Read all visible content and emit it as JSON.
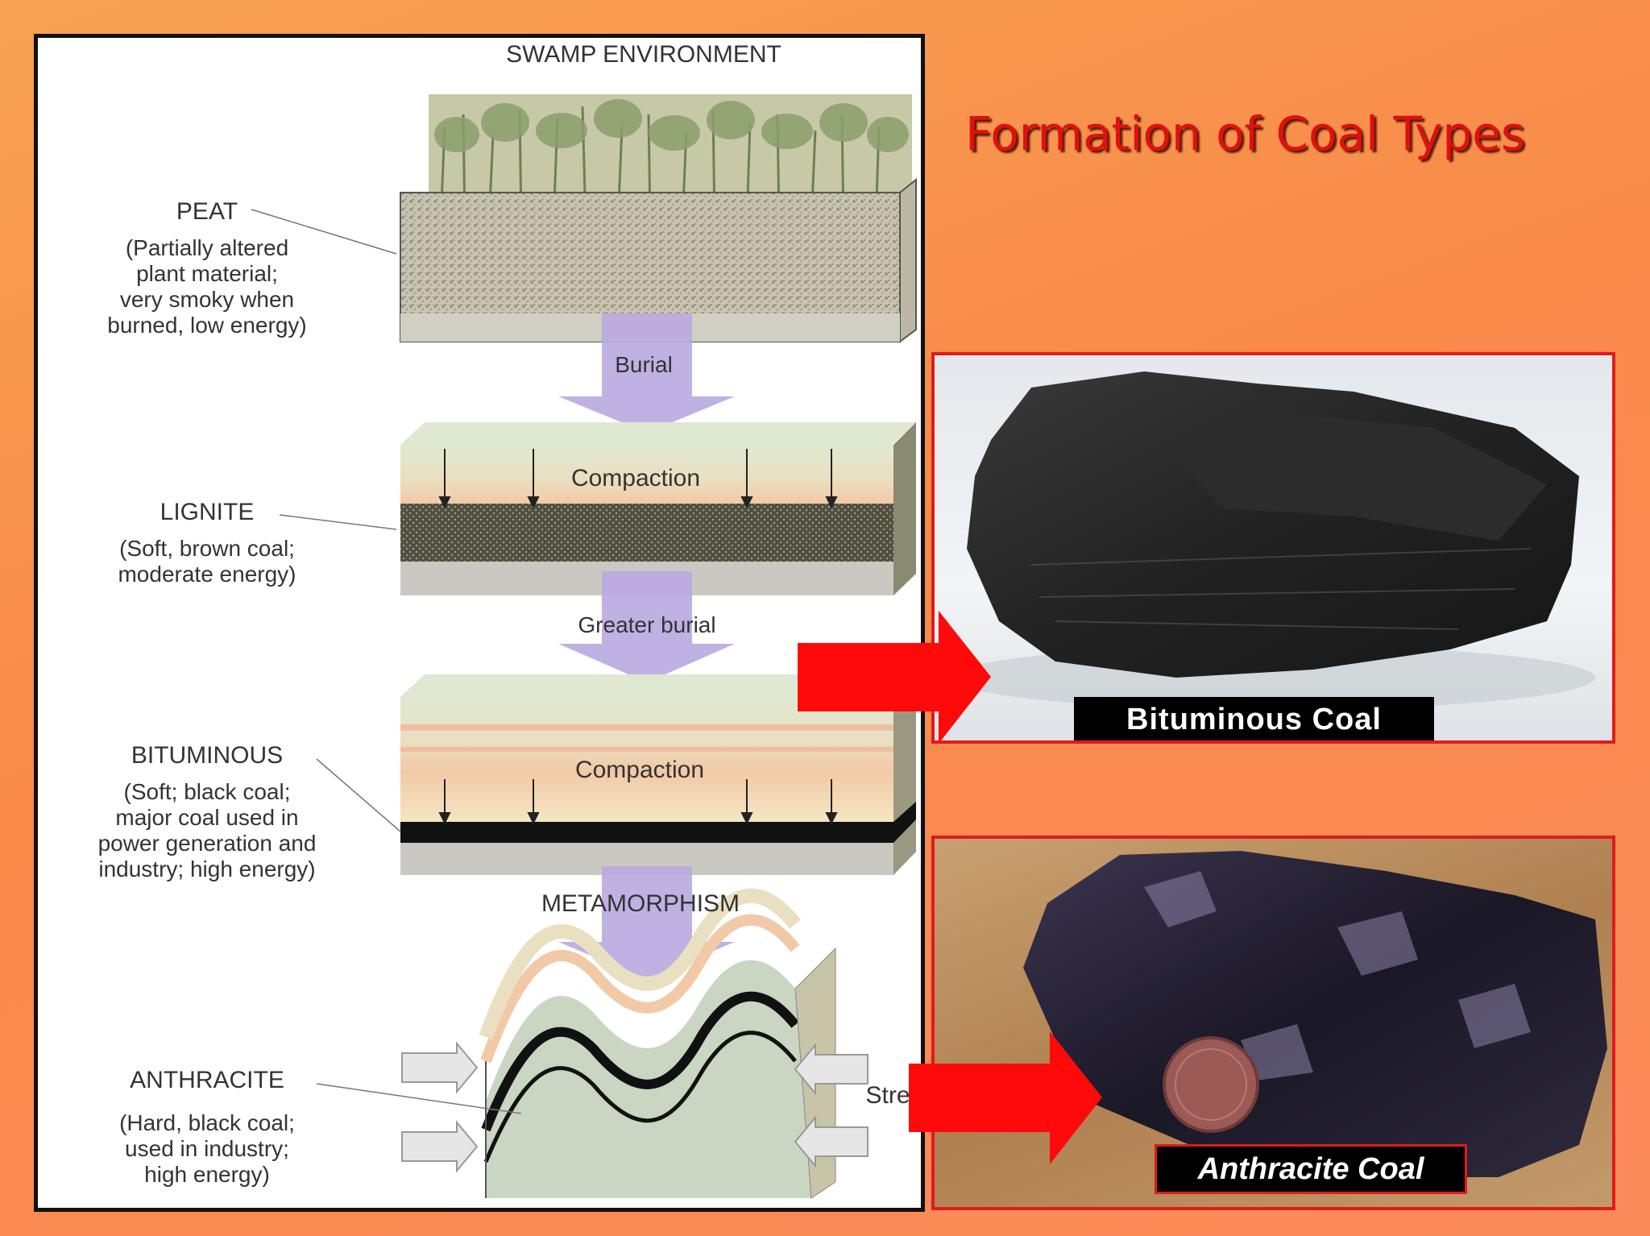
{
  "title": "Formation of Coal Types",
  "diagram": {
    "environment_label": "SWAMP ENVIRONMENT",
    "stages": [
      {
        "name": "PEAT",
        "description": [
          "(Partially altered",
          "plant material;",
          "very smoky when",
          "burned, low energy)"
        ]
      },
      {
        "name": "LIGNITE",
        "description": [
          "(Soft, brown coal;",
          "moderate energy)"
        ]
      },
      {
        "name": "BITUMINOUS",
        "description": [
          "(Soft; black coal;",
          "major coal used in",
          "power generation and",
          "industry; high energy)"
        ]
      },
      {
        "name": "ANTHRACITE",
        "description": [
          "(Hard, black coal;",
          "used in industry;",
          "high energy)"
        ]
      }
    ],
    "processes": {
      "burial": "Burial",
      "compaction_1": "Compaction",
      "greater_burial": "Greater burial",
      "compaction_2": "Compaction",
      "metamorphism": "METAMORPHISM",
      "stress": "Stress"
    }
  },
  "photos": [
    {
      "caption": "Bituminous Coal"
    },
    {
      "caption": "Anthracite Coal"
    }
  ],
  "colors": {
    "title": "#e01010",
    "arrow": "#ff0a0a",
    "frame_border": "#e01b1b",
    "process_arrow": "#b9a8e0"
  }
}
